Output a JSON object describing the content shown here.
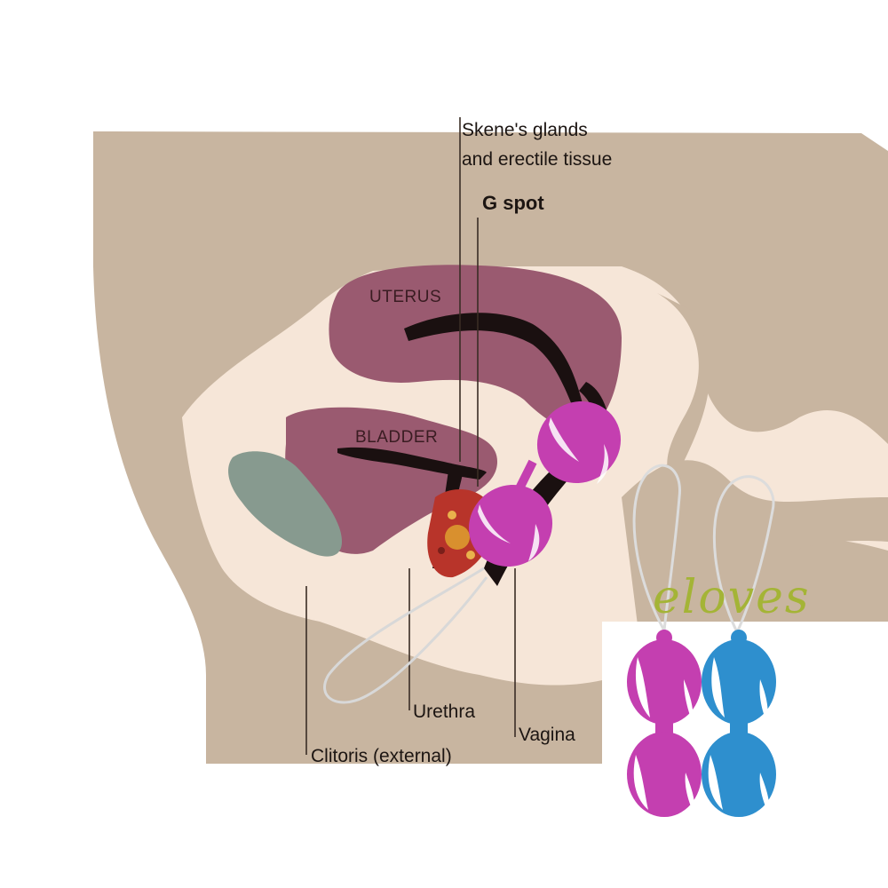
{
  "labels": {
    "uterus": "UTERUS",
    "bladder": "BLADDER",
    "skenes_line1": "Skene's glands",
    "skenes_line2": "and erectile tissue",
    "g_spot": "G spot",
    "urethra": "Urethra",
    "vagina": "Vagina",
    "clitoris": "Clitoris (external)"
  },
  "brand": {
    "name": "eloves"
  },
  "colors": {
    "body": "#c8b5a0",
    "flesh": "#f6e6d8",
    "organ": "#9a5a70",
    "pubic_bone": "#879a8f",
    "pink_ball": "#c43fb0",
    "blue_ball": "#2e8fce",
    "brand": "#a4b436"
  }
}
